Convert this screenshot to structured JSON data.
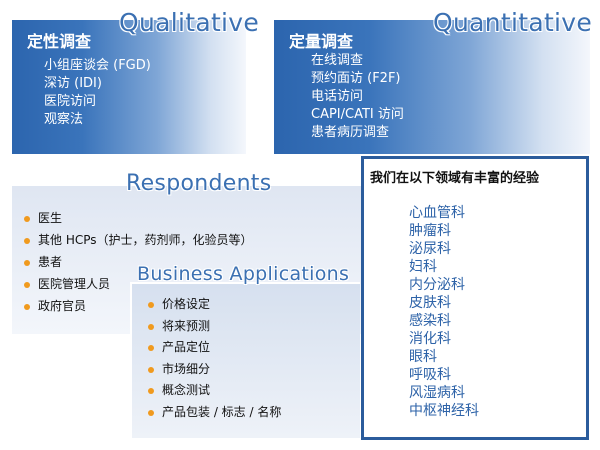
{
  "qualitative": {
    "title_en": "Qualitative",
    "title_cn": "定性调查",
    "items": [
      "小组座谈会 (FGD)",
      "深访 (IDI)",
      "医院访问",
      "观察法"
    ]
  },
  "quantitative": {
    "title_en": "Quantitative",
    "title_cn": "定量调查",
    "items": [
      "在线调查",
      "预约面访 (F2F)",
      "电话访问",
      "CAPI/CATI 访问",
      "患者病历调查"
    ]
  },
  "respondents": {
    "title": "Respondents",
    "items": [
      "医生",
      "其他 HCPs（护士，药剂师，化验员等）",
      "患者",
      "医院管理人员",
      "政府官员"
    ]
  },
  "business": {
    "title": "Business Applications",
    "items": [
      "价格设定",
      "将来预测",
      "产品定位",
      "市场细分",
      "概念测试",
      "产品包装 / 标志 / 名称"
    ]
  },
  "experience": {
    "title": "我们在以下领域有丰富的经验",
    "items": [
      "心血管科",
      "肿瘤科",
      "泌尿科",
      "妇科",
      "内分泌科",
      "皮肤科",
      "感染科",
      "消化科",
      "眼科",
      "呼吸科",
      "风湿病科",
      "中枢神经科"
    ]
  },
  "colors": {
    "accent_blue": "#2c65ae",
    "bullet_orange": "#f09a1e",
    "link_blue": "#2e63a8"
  }
}
